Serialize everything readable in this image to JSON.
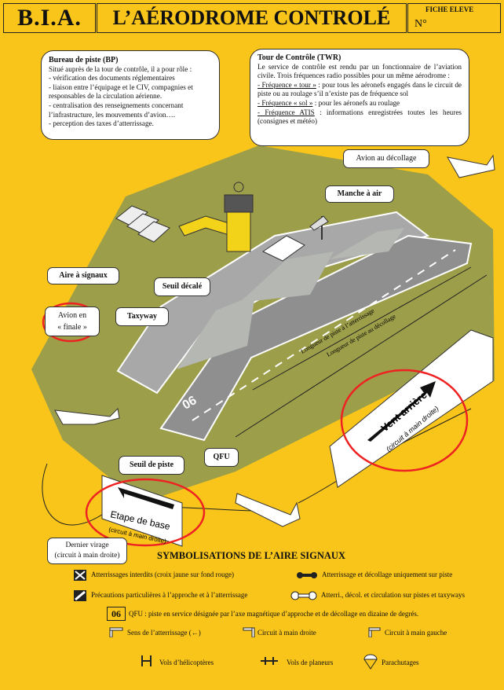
{
  "header": {
    "bia": "B.I.A.",
    "title": "L’AÉRODROME CONTROLÉ",
    "fiche": "FICHE ELEVE",
    "numero": "N°"
  },
  "bp": {
    "title": "Bureau de piste (BP)",
    "intro": "Situé auprès de la tour de contrôle, il a pour rôle :",
    "items": [
      "- vérification des documents réglementaires",
      "- liaison entre l’équipage et le CIV, compagnies et responsables de la circulation aérienne.",
      "- centralisation des renseignements concernant l’infrastructure, les mouvements d’avion….",
      "- perception des taxes d’atterrissage."
    ]
  },
  "twr": {
    "title": "Tour de Contrôle (TWR)",
    "intro": "Le service de contrôle est rendu par un fonctionnaire de l’aviation civile. Trois fréquences radio possibles pour un même aérodrome :",
    "freq_tour_label": "- Fréquence « tour »",
    "freq_tour_text": " : pour tous les aéronefs engagés dans le circuit de piste ou au roulage s’il n’existe pas de fréquence sol",
    "freq_sol_label": "- Fréquence « sol »",
    "freq_sol_text": " : pour les aéronefs au roulage",
    "freq_atis_label": "- Fréquence ATIS",
    "freq_atis_text": " : informations enregistrées toutes les heures (consignes et  météo)"
  },
  "labels": {
    "avion_decollage": "Avion au décollage",
    "manche_air": "Manche à air",
    "aire_signaux": "Aire à signaux",
    "seuil_decale": "Seuil décalé",
    "taxyway": "Taxyway",
    "avion_finale_1": "Avion en",
    "avion_finale_2": "« finale »",
    "seuil_piste": "Seuil de piste",
    "qfu": "QFU",
    "dernier_virage": "Dernier virage",
    "dernier_virage_sub": "(circuit à main droite)",
    "longueur_atterrissage": "Longueur de piste à l’atterrissage",
    "longueur_decollage": "Longueur de piste au décollage",
    "runway_number": "06",
    "vent_arriere": "Vent arrière",
    "vent_arriere_sub": "(circuit à main droite)",
    "etape_base": "Etape de base",
    "etape_base_sub": "(circuit à main droite)"
  },
  "legend": {
    "title": "SYMBOLISATIONS DE L’AIRE SIGNAUX",
    "items": [
      "Atterrissages interdits (croix jaune sur fond rouge)",
      "Atterrissage et décollage uniquement sur piste",
      "Précautions particulières à l’approche et à l’atterrissage",
      "Atterri., décol. et circulation sur pistes et taxyways",
      "QFU : piste en service désignée par l’axe magnétique d’approche et de décollage en dizaine de degrés.",
      "Sens de l’atterrissage (←)",
      "Circuit à main droite",
      "Circuit à main gauche",
      "Vols d’hélicoptères",
      "Vols de planeurs",
      "Parachutages"
    ],
    "qfu_box": "06"
  }
}
